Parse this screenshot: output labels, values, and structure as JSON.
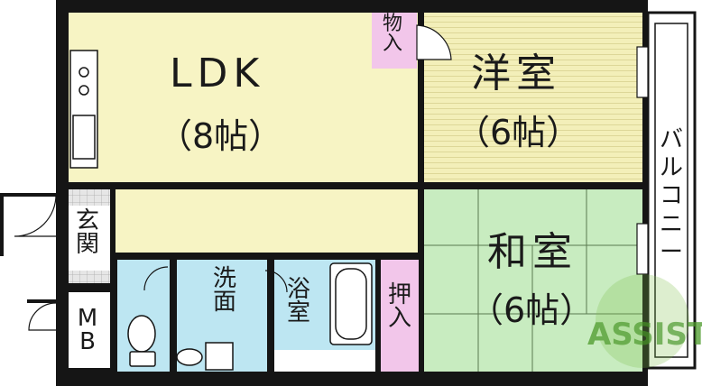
{
  "rooms": {
    "ldk": {
      "name": "LDK",
      "size": "（8帖）"
    },
    "western": {
      "name": "洋室",
      "size": "（6帖）"
    },
    "japanese": {
      "name": "和室",
      "size": "（6帖）"
    },
    "storage": {
      "label": "物入"
    },
    "closet": {
      "label": "押入"
    },
    "entrance": {
      "label": "玄関"
    },
    "meter_box": {
      "label": "MB"
    },
    "washroom": {
      "label": "洗面"
    },
    "bathroom": {
      "label": "浴室"
    },
    "balcony": {
      "label": "バルコニー"
    }
  },
  "watermark": {
    "text": "ASSIST"
  },
  "colors": {
    "wall": "#151515",
    "ldk_floor": "#f7f4c4",
    "western_floor": "#f3efb9",
    "tatami": "#c8ecc0",
    "wet_area": "#bde6f2",
    "closet": "#f2c6ea",
    "entrance_tile": "#d9d9d9",
    "watermark": "#7fbf4a"
  }
}
